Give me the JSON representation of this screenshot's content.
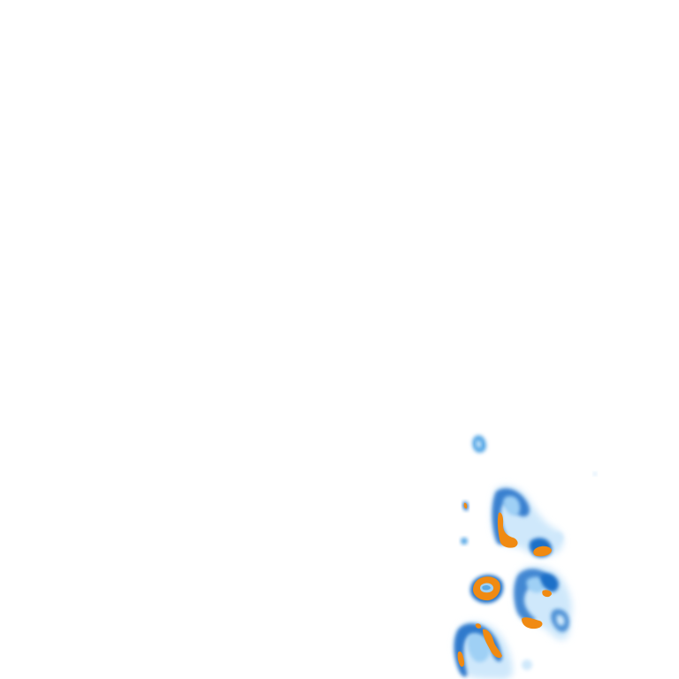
{
  "map": {
    "type": "precipitation-radar-overlay",
    "background": "#ffffff",
    "legend_visible": false,
    "intensity_colors": {
      "light": "#cfe8fb",
      "light_medium": "#9fd0f5",
      "medium": "#5aa9e6",
      "heavy": "#1f6fc8",
      "very_heavy": "#f08a12"
    },
    "cells": [
      {
        "name": "isolated-shower-north",
        "intensity": "medium"
      },
      {
        "name": "cell-upper-cluster",
        "intensity": "very_heavy"
      },
      {
        "name": "cell-center-ring",
        "intensity": "very_heavy"
      },
      {
        "name": "cell-east-cluster",
        "intensity": "very_heavy"
      },
      {
        "name": "cell-south-cluster",
        "intensity": "very_heavy"
      }
    ]
  }
}
